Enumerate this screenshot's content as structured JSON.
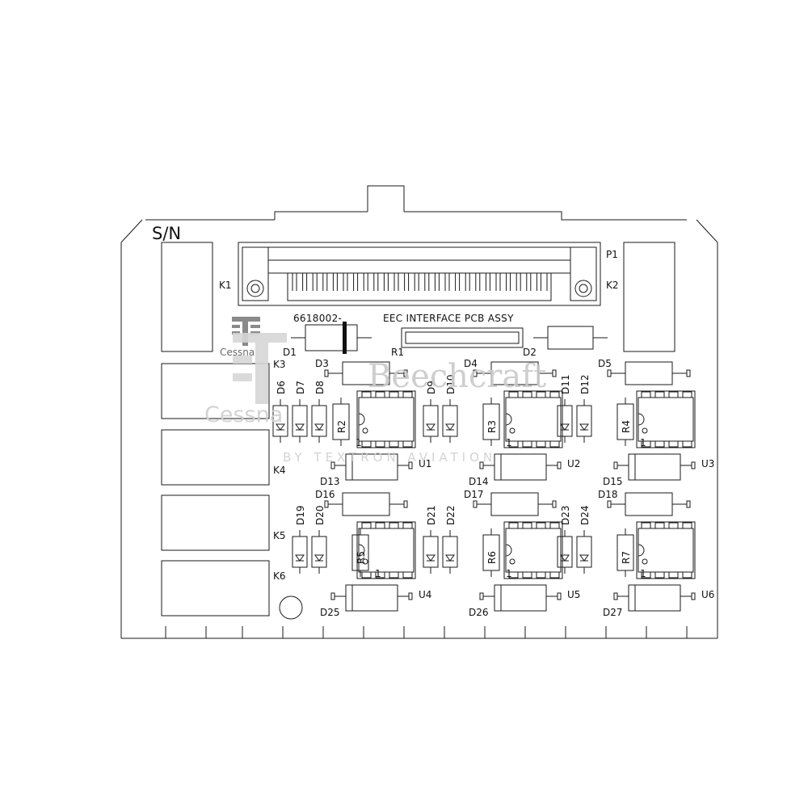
{
  "board": {
    "serial_label": "S/N",
    "part_number": "6618002-",
    "title": "EEC INTERFACE PCB ASSY",
    "connector": "P1"
  },
  "relays": [
    "K1",
    "K2",
    "K3",
    "K4",
    "K5",
    "K6"
  ],
  "resistors": {
    "r1": "R1",
    "channels": [
      "R2",
      "R3",
      "R4",
      "R5",
      "R6",
      "R7"
    ]
  },
  "diodes": {
    "d1": "D1",
    "d2": "D2",
    "upper_large": [
      "D3",
      "D4",
      "D5"
    ],
    "upper_pairs": [
      [
        "D6",
        "D7",
        "D8"
      ],
      [
        "D9",
        "D10"
      ],
      [
        "D11",
        "D12"
      ]
    ],
    "upper_bottom": [
      "D13",
      "D14",
      "D15"
    ],
    "lower_large": [
      "D16",
      "D17",
      "D18"
    ],
    "lower_pairs": [
      [
        "D19",
        "D20"
      ],
      [
        "D21",
        "D22"
      ],
      [
        "D23",
        "D24"
      ]
    ],
    "lower_bottom": [
      "D25",
      "D26",
      "D27"
    ]
  },
  "ics": [
    "U1",
    "U2",
    "U3",
    "U4",
    "U5",
    "U6"
  ],
  "pin1_mark": "1",
  "watermark": {
    "cessna_small": "Cessna",
    "cessna": "Cessna",
    "beechcraft": "Beechcraft",
    "tagline": "BY TEXTRON AVIATION"
  }
}
